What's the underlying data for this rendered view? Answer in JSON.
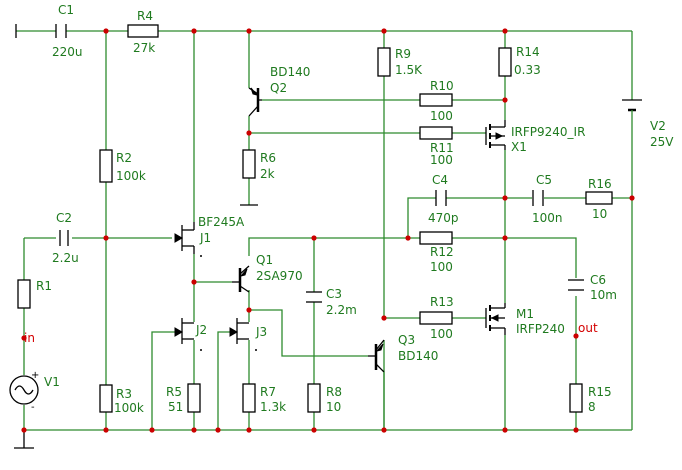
{
  "components": {
    "c1": {
      "ref": "C1",
      "value": "220u"
    },
    "r4": {
      "ref": "R4",
      "value": "27k"
    },
    "r2": {
      "ref": "R2",
      "value": "100k"
    },
    "c2": {
      "ref": "C2",
      "value": "2.2u"
    },
    "r1": {
      "ref": "R1"
    },
    "v1": {
      "ref": "V1",
      "plus": "+",
      "minus": "-"
    },
    "r3": {
      "ref": "R3",
      "value": "100k"
    },
    "j1": {
      "ref": "J1",
      "part": "BF245A"
    },
    "j2": {
      "ref": "J2"
    },
    "j3": {
      "ref": "J3"
    },
    "r5": {
      "ref": "R5",
      "value": "51"
    },
    "r7": {
      "ref": "R7",
      "value": "1.3k"
    },
    "q1": {
      "ref": "Q1",
      "part": "2SA970"
    },
    "q2": {
      "ref": "Q2",
      "part": "BD140"
    },
    "r6": {
      "ref": "R6",
      "value": "2k"
    },
    "c3": {
      "ref": "C3",
      "value": "2.2m"
    },
    "r8": {
      "ref": "R8",
      "value": "10"
    },
    "r9": {
      "ref": "R9",
      "value": "1.5K"
    },
    "q3": {
      "ref": "Q3",
      "part": "BD140"
    },
    "r10": {
      "ref": "R10",
      "value": "100"
    },
    "r11": {
      "ref": "R11",
      "value": "100"
    },
    "r12": {
      "ref": "R12",
      "value": "100"
    },
    "r13": {
      "ref": "R13",
      "value": "100"
    },
    "c4": {
      "ref": "C4",
      "value": "470p"
    },
    "r14": {
      "ref": "R14",
      "value": "0.33"
    },
    "x1": {
      "ref": "X1",
      "part": "IRFP9240_IR"
    },
    "m1": {
      "ref": "M1",
      "part": "IRFP240"
    },
    "c5": {
      "ref": "C5",
      "value": "100n"
    },
    "r16": {
      "ref": "R16",
      "value": "10"
    },
    "c6": {
      "ref": "C6",
      "value": "10m"
    },
    "r15": {
      "ref": "R15",
      "value": "8"
    },
    "v2": {
      "ref": "V2",
      "value": "25V"
    }
  },
  "nets": {
    "in": "in",
    "out": "out"
  },
  "colors": {
    "wire": "#2e8b2e",
    "label": "#1f7a1f",
    "junction": "#cc0000",
    "net_label": "#d40000"
  }
}
